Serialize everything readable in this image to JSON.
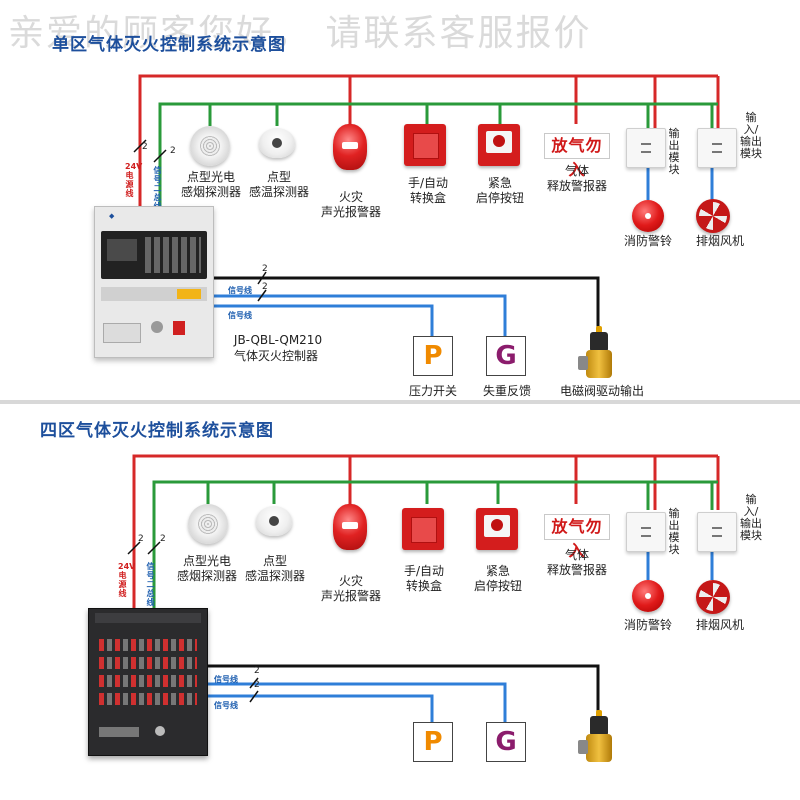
{
  "watermark": "亲爱的顾客您好， 请联系客服报价",
  "panels": [
    {
      "title": "单区气体灭火控制系统示意图",
      "wires": {
        "power_label": "24V电源线",
        "bus_label": "信号二总线",
        "power_count": "2",
        "bus_count": "2",
        "signal_label": "信号线",
        "signal_count": "2"
      },
      "devices": {
        "smoke": "点型光电\n感烟探测器",
        "heat": "点型\n感温探测器",
        "strobe": "火灾\n声光报警器",
        "switchbox": "手/自动\n转换盒",
        "estop": "紧急\n启停按钮",
        "gas_sign": "放气勿入",
        "gas_alarm": "气体\n释放警报器",
        "output_module": "输出模块",
        "io_module": "输入/输出模块",
        "bell": "消防警铃",
        "fan": "排烟风机"
      },
      "controller_model": "JB-QBL-QM210",
      "controller_name": "气体灭火控制器",
      "p_letter": "P",
      "g_letter": "G",
      "pressure_switch": "压力开关",
      "loss_feedback": "失重反馈",
      "solenoid": "电磁阀驱动输出"
    },
    {
      "title": "四区气体灭火控制系统示意图",
      "wires": {
        "power_label": "24V电源线",
        "bus_label": "信号二总线",
        "power_count": "2",
        "bus_count": "2",
        "signal_label": "信号线",
        "signal_count": "2"
      },
      "devices": {
        "smoke": "点型光电\n感烟探测器",
        "heat": "点型\n感温探测器",
        "strobe": "火灾\n声光报警器",
        "switchbox": "手/自动\n转换盒",
        "estop": "紧急\n启停按钮",
        "gas_sign": "放气勿入",
        "gas_alarm": "气体\n释放警报器",
        "output_module": "输出模块",
        "io_module": "输入/输出模块",
        "bell": "消防警铃",
        "fan": "排烟风机"
      },
      "p_letter": "P",
      "g_letter": "G"
    }
  ],
  "colors": {
    "red_wire": "#d62828",
    "green_wire": "#2a9a3a",
    "blue_wire": "#2f7ed8",
    "black_wire": "#111111",
    "title": "#1d4f9c"
  }
}
